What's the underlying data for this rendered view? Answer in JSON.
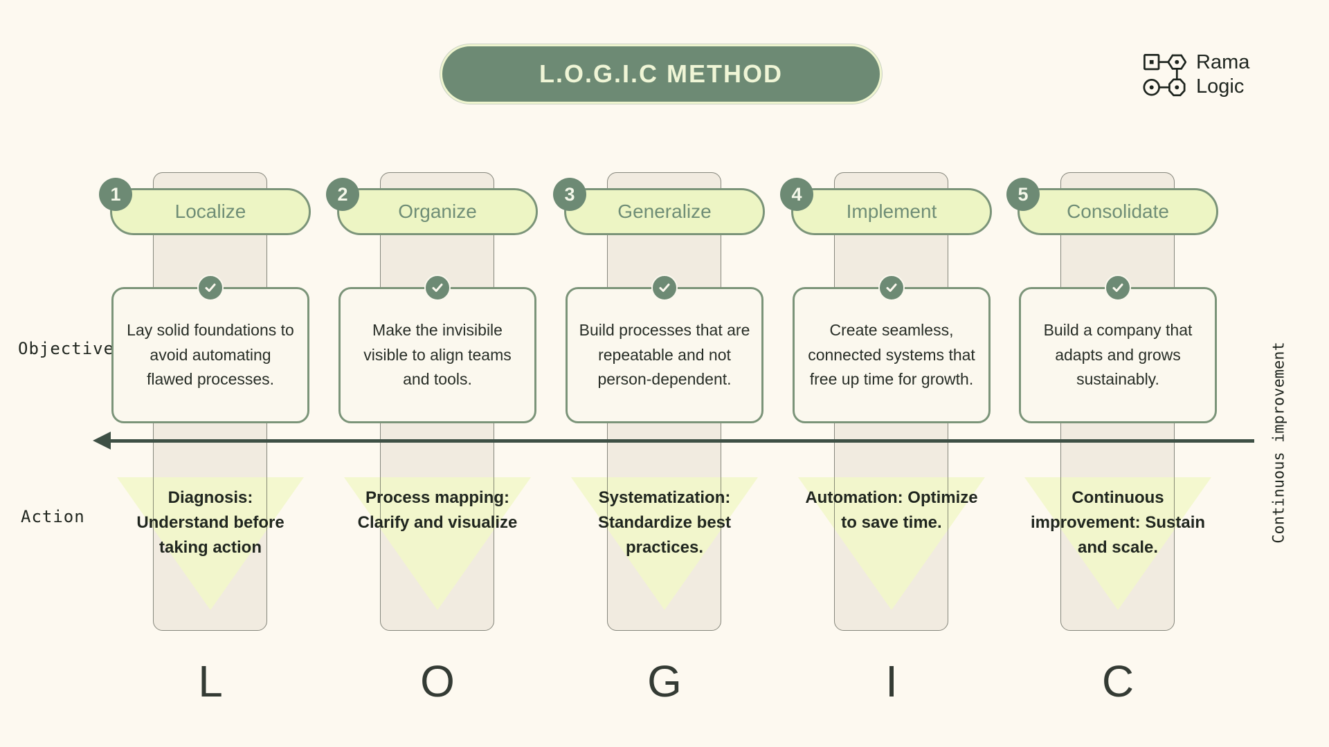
{
  "title": "L.O.G.I.C METHOD",
  "logo": {
    "line1": "Rama",
    "line2": "Logic"
  },
  "row_labels": {
    "objective": "Objective",
    "action": "Action"
  },
  "arrow_label": "Continuous improvement",
  "colors": {
    "background": "#FDF9F0",
    "sage": "#6D8A74",
    "light_yellow_green": "#EDF5C4",
    "beige_column": "#F1EBE0",
    "dark_text": "#20261F",
    "arrow": "#3E5045"
  },
  "columns": [
    {
      "number": "1",
      "name": "Localize",
      "letter": "L",
      "objective": "Lay solid foundations to avoid automating flawed processes.",
      "action": "Diagnosis: Understand before taking action"
    },
    {
      "number": "2",
      "name": "Organize",
      "letter": "O",
      "objective": "Make the invisibile visible to align teams and tools.",
      "action": "Process mapping: Clarify and visualize"
    },
    {
      "number": "3",
      "name": "Generalize",
      "letter": "G",
      "objective": "Build processes that are repeatable and not person-dependent.",
      "action": "Systematization: Standardize best practices."
    },
    {
      "number": "4",
      "name": "Implement",
      "letter": "I",
      "objective": "Create seamless, connected systems that free up time for growth.",
      "action": "Automation: Optimize to save time."
    },
    {
      "number": "5",
      "name": "Consolidate",
      "letter": "C",
      "objective": "Build a company that adapts and grows sustainably.",
      "action": "Continuous improvement: Sustain and scale."
    }
  ]
}
